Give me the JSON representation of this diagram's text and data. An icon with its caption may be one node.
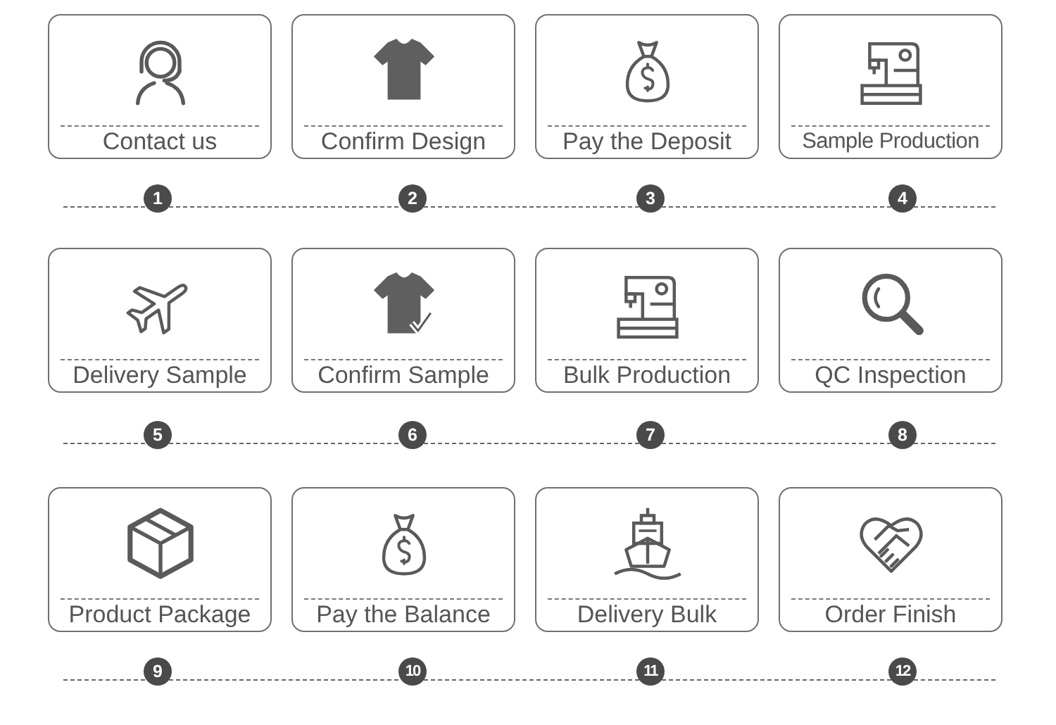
{
  "diagram": {
    "nodes": [
      {
        "text": [
          "Contact us"
        ]
      },
      {
        "text": [
          "Confirm Design"
        ]
      },
      {
        "text": [
          "Pay the Deposit"
        ]
      },
      {
        "text": [
          "Sample Production"
        ]
      },
      {
        "text": [
          "1"
        ]
      },
      {
        "text": [
          "2"
        ]
      },
      {
        "text": [
          "3"
        ]
      },
      {
        "text": [
          "4"
        ]
      },
      {
        "text": [
          "Delivery Sample"
        ]
      },
      {
        "text": [
          "Confirm Sample"
        ]
      },
      {
        "text": [
          "Bulk Production"
        ]
      },
      {
        "text": [
          "QC Inspection"
        ]
      },
      {
        "text": [
          "5"
        ]
      },
      {
        "text": [
          "6"
        ]
      },
      {
        "text": [
          "7"
        ]
      },
      {
        "text": [
          "8"
        ]
      },
      {
        "text": [
          "Product Package"
        ]
      },
      {
        "text": [
          "Pay the Balance"
        ]
      },
      {
        "text": [
          "Delivery Bulk"
        ]
      },
      {
        "text": [
          "Order Finish"
        ]
      },
      {
        "text": [
          "9"
        ]
      },
      {
        "text": [
          "10"
        ]
      },
      {
        "text": [
          "11"
        ]
      },
      {
        "text": [
          "12"
        ]
      }
    ],
    "edges": [
      {
        "from": 4,
        "to": 5,
        "arrow": "none",
        "style": "dashed"
      },
      {
        "from": 5,
        "to": 6,
        "arrow": "none",
        "style": "dashed"
      },
      {
        "from": 6,
        "to": 7,
        "arrow": "none",
        "style": "dashed"
      },
      {
        "from": 12,
        "to": 13,
        "arrow": "none",
        "style": "dashed"
      },
      {
        "from": 13,
        "to": 14,
        "arrow": "none",
        "style": "dashed"
      },
      {
        "from": 14,
        "to": 15,
        "arrow": "none",
        "style": "dashed"
      },
      {
        "from": 20,
        "to": 21,
        "arrow": "none",
        "style": "dashed"
      },
      {
        "from": 21,
        "to": 22,
        "arrow": "none",
        "style": "dashed"
      },
      {
        "from": 22,
        "to": 23,
        "arrow": "none",
        "style": "dashed"
      }
    ]
  }
}
